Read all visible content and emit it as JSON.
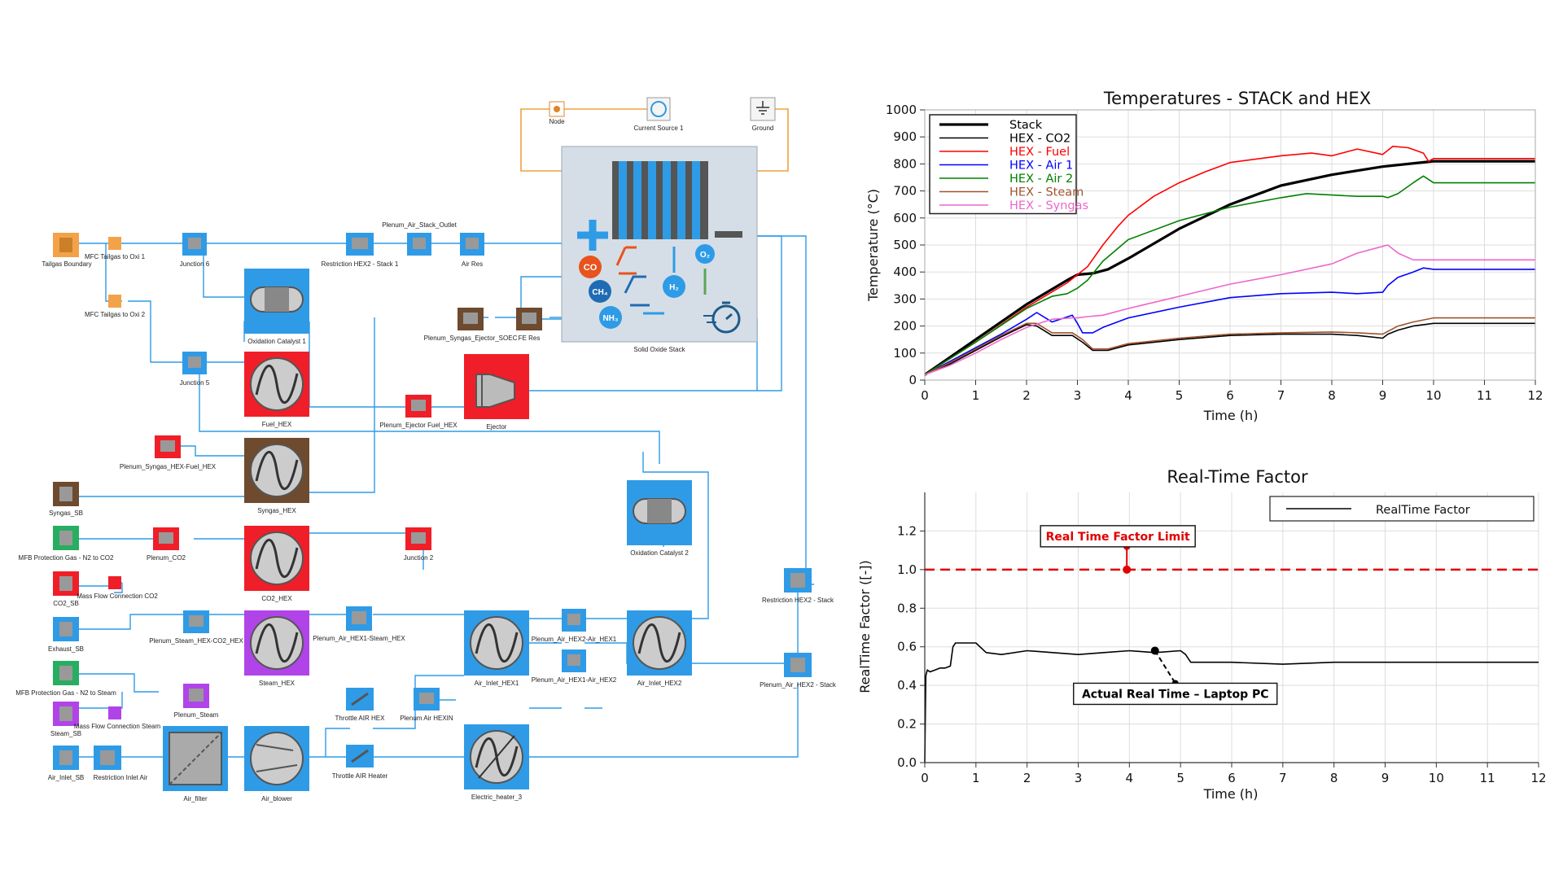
{
  "diagram": {
    "labels": {
      "node": "Node",
      "current_source": "Current Source 1",
      "ground": "Ground",
      "plenum_air_stack_outlet": "Plenum_Air_Stack_Outlet",
      "tailgas_boundary": "Tailgas Boundary",
      "mfc_tailgas_oxi1": "MFC Tailgas to Oxi 1",
      "junction6": "Junction 6",
      "restriction_hex2_stack1": "Restriction HEX2 - Stack 1",
      "air_res": "Air Res",
      "mfc_tailgas_oxi2": "MFC Tailgas to Oxi 2",
      "oxidation_catalyst1": "Oxidation Catalyst 1",
      "plenum_syngas_ejector": "Plenum_Syngas_Ejector_SOEC",
      "fe_res": "FE Res",
      "solid_oxide_stack": "Solid Oxide Stack",
      "junction5": "Junction 5",
      "fuel_hex": "Fuel_HEX",
      "plenum_ejector_fuel": "Plenum_Ejector Fuel_HEX",
      "ejector": "Ejector",
      "plenum_syngas_hex": "Plenum_Syngas_HEX-Fuel_HEX",
      "syngas_sb": "Syngas_SB",
      "syngas_hex": "Syngas_HEX",
      "mfb_n2_co2": "MFB Protection Gas - N2 to CO2",
      "plenum_co2": "Plenum_CO2",
      "junction2": "Junction 2",
      "oxidation_catalyst2": "Oxidation Catalyst 2",
      "co2_sb": "CO2_SB",
      "mass_flow_co2": "Mass Flow Connection CO2",
      "co2_hex": "CO2_HEX",
      "restriction_hex2_stack": "Restriction HEX2 - Stack",
      "exhaust_sb": "Exhaust_SB",
      "plenum_steam_hex": "Plenum_Steam_HEX-CO2_HEX",
      "plenum_air_hex1_steam": "Plenum_Air_HEX1-Steam_HEX",
      "plenum_air_hex2_air_hex1": "Plenum_Air_HEX2-Air_HEX1",
      "mfb_n2_steam": "MFB Protection Gas - N2 to Steam",
      "steam_hex": "Steam_HEX",
      "air_inlet_hex1": "Air_Inlet_HEX1",
      "plenum_air_hex1_air_hex2": "Plenum_Air_HEX1-Air_HEX2",
      "air_inlet_hex2": "Air_Inlet_HEX2",
      "plenum_air_hex2_stack": "Plenum_Air_HEX2 - Stack",
      "plenum_steam": "Plenum_Steam",
      "throttle_air_hex": "Throttle AIR HEX",
      "plenum_air_hexin": "Plenum Air HEXIN",
      "steam_sb": "Steam_SB",
      "mass_flow_steam": "Mass Flow Connection Steam",
      "air_inlet_sb": "Air_Inlet_SB",
      "restriction_inlet_air": "Restriction Inlet Air",
      "air_filter": "Air_filter",
      "air_blower": "Air_blower",
      "throttle_air_heater": "Throttle AIR Heater",
      "electric_heater": "Electric_heater_3"
    },
    "stack_species": {
      "co": "CO",
      "ch4": "CH₄",
      "nh3": "NH₃",
      "h2": "H₂",
      "o2": "O₂"
    },
    "colors": {
      "blue": "#2f9be6",
      "red": "#f01e28",
      "brown": "#6e4a2e",
      "green": "#27ae60",
      "purple": "#b044e8",
      "orange": "#f4a24a",
      "wire": "#2e9be6",
      "electric": "#f0a040"
    }
  },
  "chart_data": [
    {
      "type": "line",
      "title": "Temperatures - STACK and HEX",
      "xlabel": "Time (h)",
      "ylabel": "Temperature (°C)",
      "xlim": [
        0,
        12
      ],
      "ylim": [
        0,
        1000
      ],
      "xticks": [
        0,
        1,
        2,
        3,
        4,
        5,
        6,
        7,
        8,
        9,
        10,
        11,
        12
      ],
      "yticks": [
        0,
        100,
        200,
        300,
        400,
        500,
        600,
        700,
        800,
        900,
        1000
      ],
      "grid": true,
      "legend": "top-left",
      "series": [
        {
          "name": "Stack",
          "color": "#000000",
          "width": 3.2,
          "x": [
            0,
            1,
            2,
            2.8,
            3,
            3.3,
            3.6,
            4,
            5,
            6,
            7,
            8,
            9,
            9.5,
            10,
            11,
            12
          ],
          "y": [
            20,
            150,
            280,
            370,
            390,
            395,
            410,
            450,
            560,
            650,
            720,
            760,
            790,
            800,
            810,
            810,
            810
          ]
        },
        {
          "name": "HEX - CO2",
          "color": "#000000",
          "width": 1.6,
          "x": [
            0,
            0.5,
            1,
            1.5,
            2,
            2.2,
            2.5,
            2.9,
            3.1,
            3.3,
            3.6,
            4,
            5,
            6,
            7,
            8,
            8.5,
            9,
            9.1,
            9.3,
            9.6,
            10,
            11,
            12
          ],
          "y": [
            20,
            60,
            110,
            160,
            205,
            200,
            165,
            165,
            140,
            110,
            110,
            130,
            150,
            165,
            170,
            170,
            165,
            155,
            170,
            185,
            200,
            210,
            210,
            210
          ]
        },
        {
          "name": "HEX - Fuel",
          "color": "#ff0000",
          "width": 1.6,
          "x": [
            0,
            1,
            2,
            2.8,
            3,
            3.2,
            3.5,
            3.8,
            4,
            4.5,
            5,
            5.5,
            6,
            7,
            7.6,
            8,
            8.5,
            9,
            9.2,
            9.5,
            9.8,
            9.9,
            10,
            11,
            12
          ],
          "y": [
            20,
            140,
            270,
            360,
            390,
            420,
            500,
            570,
            610,
            680,
            730,
            770,
            805,
            830,
            840,
            830,
            855,
            835,
            865,
            860,
            840,
            810,
            820,
            820,
            820
          ]
        },
        {
          "name": "HEX - Air 1",
          "color": "#0000ff",
          "width": 1.6,
          "x": [
            0,
            0.5,
            1,
            1.5,
            2,
            2.2,
            2.5,
            2.9,
            3,
            3.1,
            3.3,
            3.5,
            4,
            5,
            6,
            7,
            8,
            8.5,
            9,
            9.1,
            9.3,
            9.6,
            9.8,
            10,
            11,
            12
          ],
          "y": [
            20,
            70,
            120,
            170,
            225,
            250,
            215,
            240,
            210,
            175,
            175,
            195,
            230,
            270,
            305,
            320,
            325,
            320,
            325,
            350,
            380,
            400,
            415,
            410,
            410,
            410
          ]
        },
        {
          "name": "HEX - Air 2",
          "color": "#008000",
          "width": 1.6,
          "x": [
            0,
            1,
            2,
            2.5,
            2.8,
            3,
            3.2,
            3.5,
            4,
            5,
            6,
            7,
            7.5,
            8,
            8.5,
            9,
            9.1,
            9.3,
            9.6,
            9.8,
            10,
            11,
            12
          ],
          "y": [
            20,
            140,
            265,
            310,
            320,
            340,
            370,
            440,
            520,
            590,
            640,
            675,
            690,
            685,
            680,
            680,
            675,
            690,
            730,
            755,
            730,
            730,
            730
          ]
        },
        {
          "name": "HEX - Steam",
          "color": "#a0522d",
          "width": 1.6,
          "x": [
            0,
            0.5,
            1,
            1.5,
            2,
            2.2,
            2.5,
            2.9,
            3.1,
            3.3,
            3.6,
            4,
            5,
            6,
            7,
            8,
            8.5,
            9,
            9.1,
            9.3,
            9.6,
            10,
            11,
            12
          ],
          "y": [
            20,
            65,
            115,
            165,
            210,
            210,
            175,
            175,
            150,
            115,
            115,
            135,
            155,
            170,
            175,
            178,
            175,
            170,
            180,
            200,
            215,
            230,
            230,
            230
          ]
        },
        {
          "name": "HEX - Syngas",
          "color": "#ee66cc",
          "width": 1.6,
          "x": [
            0,
            0.5,
            1,
            1.5,
            2,
            2.5,
            2.9,
            3,
            3.2,
            3.5,
            4,
            5,
            6,
            7,
            8,
            8.5,
            9,
            9.1,
            9.3,
            9.6,
            10,
            11,
            12
          ],
          "y": [
            20,
            55,
            100,
            150,
            195,
            225,
            230,
            230,
            235,
            240,
            265,
            310,
            355,
            390,
            430,
            470,
            495,
            500,
            470,
            445,
            445,
            445,
            445
          ]
        }
      ]
    },
    {
      "type": "line",
      "title": "Real-Time Factor",
      "xlabel": "Time (h)",
      "ylabel": "RealTime Factor ([-])",
      "xlim": [
        0,
        12
      ],
      "ylim": [
        0,
        1.4
      ],
      "xticks": [
        0,
        1,
        2,
        3,
        4,
        5,
        6,
        7,
        8,
        9,
        10,
        11,
        12
      ],
      "yticks": [
        0.0,
        0.2,
        0.4,
        0.6,
        0.8,
        1.0,
        1.2
      ],
      "grid": true,
      "legend": "top-right",
      "series": [
        {
          "name": "RealTime Factor",
          "color": "#000000",
          "width": 1.6,
          "x": [
            0,
            0.02,
            0.05,
            0.1,
            0.2,
            0.3,
            0.4,
            0.5,
            0.55,
            0.6,
            0.8,
            1.0,
            1.2,
            1.5,
            2.0,
            2.5,
            3.0,
            3.5,
            4.0,
            4.5,
            5.0,
            5.1,
            5.2,
            5.5,
            6,
            7,
            8,
            9,
            10,
            11,
            12
          ],
          "y": [
            0,
            0.45,
            0.48,
            0.47,
            0.48,
            0.49,
            0.49,
            0.5,
            0.6,
            0.62,
            0.62,
            0.62,
            0.57,
            0.56,
            0.58,
            0.57,
            0.56,
            0.57,
            0.58,
            0.57,
            0.58,
            0.56,
            0.52,
            0.52,
            0.52,
            0.51,
            0.52,
            0.52,
            0.52,
            0.52,
            0.52
          ]
        }
      ],
      "reference_line": {
        "y": 1.0,
        "color": "#e00000"
      },
      "annotations": [
        {
          "text": "Real Time Factor Limit",
          "x": 3.95,
          "y": 1.0,
          "color": "#e00000"
        },
        {
          "text": "Actual Real Time – Laptop PC",
          "x": 4.5,
          "y": 0.58,
          "color": "#000000"
        }
      ]
    }
  ]
}
